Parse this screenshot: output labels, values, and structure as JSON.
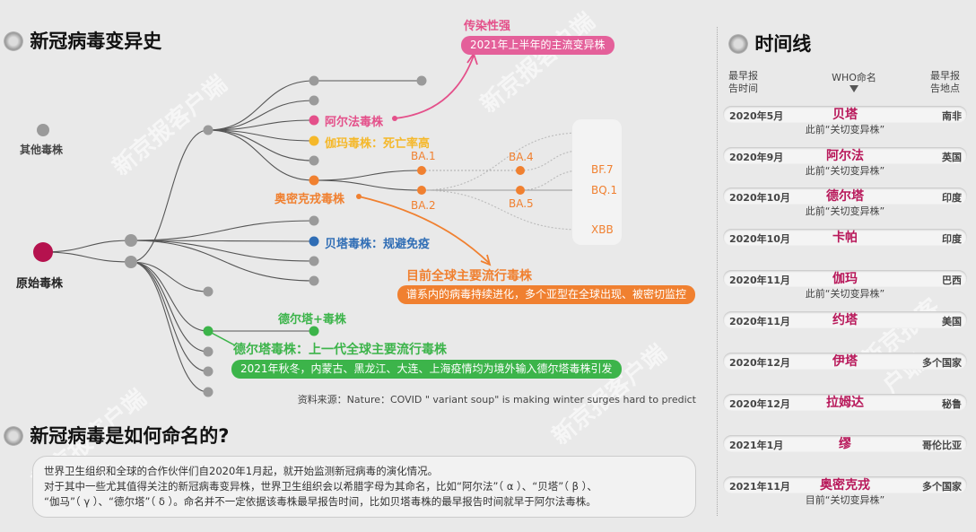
{
  "watermark": "新京报客户端",
  "left": {
    "title": "新冠病毒变异史",
    "other_strains": "其他毒株",
    "origin": "原始毒株",
    "alpha": "阿尔法毒株",
    "gamma": "伽玛毒株：死亡率高",
    "omicron": "奥密克戎毒株",
    "beta": "贝塔毒株：规避免疫",
    "delta_plus": "德尔塔+毒株",
    "delta": "德尔塔毒株：上一代全球主要流行毒株",
    "delta_note": "2021年秋冬，内蒙古、黑龙江、大连、上海疫情均为境外输入德尔塔毒株引发",
    "alpha_callout_title": "传染性强",
    "alpha_callout_note": "2021年上半年的主流变异株",
    "omicron_callout_title": "目前全球主要流行毒株",
    "omicron_callout_note": "谱系内的病毒持续进化，多个亚型在全球出现、被密切监控",
    "subvariants": {
      "ba1": "BA.1",
      "ba2": "BA.2",
      "ba4": "BA.4",
      "ba5": "BA.5",
      "bf7": "BF.7",
      "bq1": "BQ.1",
      "xbb": "XBB"
    },
    "source": "资料来源：Nature：COVID \" variant soup\"  is making winter surges hard to predict",
    "colors": {
      "origin": "#b5124e",
      "alpha": "#e4508a",
      "gamma": "#f5b82a",
      "omicron": "#f08030",
      "beta": "#2f6db5",
      "delta": "#3cb44a",
      "gray": "#9a9a9a"
    }
  },
  "naming": {
    "title": "新冠病毒是如何命名的?",
    "lines": [
      "世界卫生组织和全球的合作伙伴们自2020年1月起，就开始监测新冠病毒的演化情况。",
      "对于其中一些尤其值得关注的新冠病毒变异株，世界卫生组织会以希腊字母为其命名，比如“阿尔法”（ α ）、“贝塔”（ β ）、",
      "“伽马”（ γ ）、“德尔塔”（ δ ）。命名并不一定依据该毒株最早报告时间，比如贝塔毒株的最早报告时间就早于阿尔法毒株。"
    ]
  },
  "timeline": {
    "title": "时间线",
    "col_time": "最早报\n告时间",
    "col_name": "WHO命名",
    "col_place": "最早报\n告地点",
    "rows": [
      {
        "date": "2020年5月",
        "name": "贝塔",
        "place": "南非",
        "note": "此前“关切变异株”"
      },
      {
        "date": "2020年9月",
        "name": "阿尔法",
        "place": "英国",
        "note": "此前“关切变异株”"
      },
      {
        "date": "2020年10月",
        "name": "德尔塔",
        "place": "印度",
        "note": "此前“关切变异株”"
      },
      {
        "date": "2020年10月",
        "name": "卡帕",
        "place": "印度",
        "note": ""
      },
      {
        "date": "2020年11月",
        "name": "伽玛",
        "place": "巴西",
        "note": "此前“关切变异株”"
      },
      {
        "date": "2020年11月",
        "name": "约塔",
        "place": "美国",
        "note": ""
      },
      {
        "date": "2020年12月",
        "name": "伊塔",
        "place": "多个国家",
        "note": ""
      },
      {
        "date": "2020年12月",
        "name": "拉姆达",
        "place": "秘鲁",
        "note": ""
      },
      {
        "date": "2021年1月",
        "name": "缪",
        "place": "哥伦比亚",
        "note": ""
      },
      {
        "date": "2021年11月",
        "name": "奥密克戎",
        "place": "多个国家",
        "note": "目前“关切变异株”"
      }
    ]
  }
}
